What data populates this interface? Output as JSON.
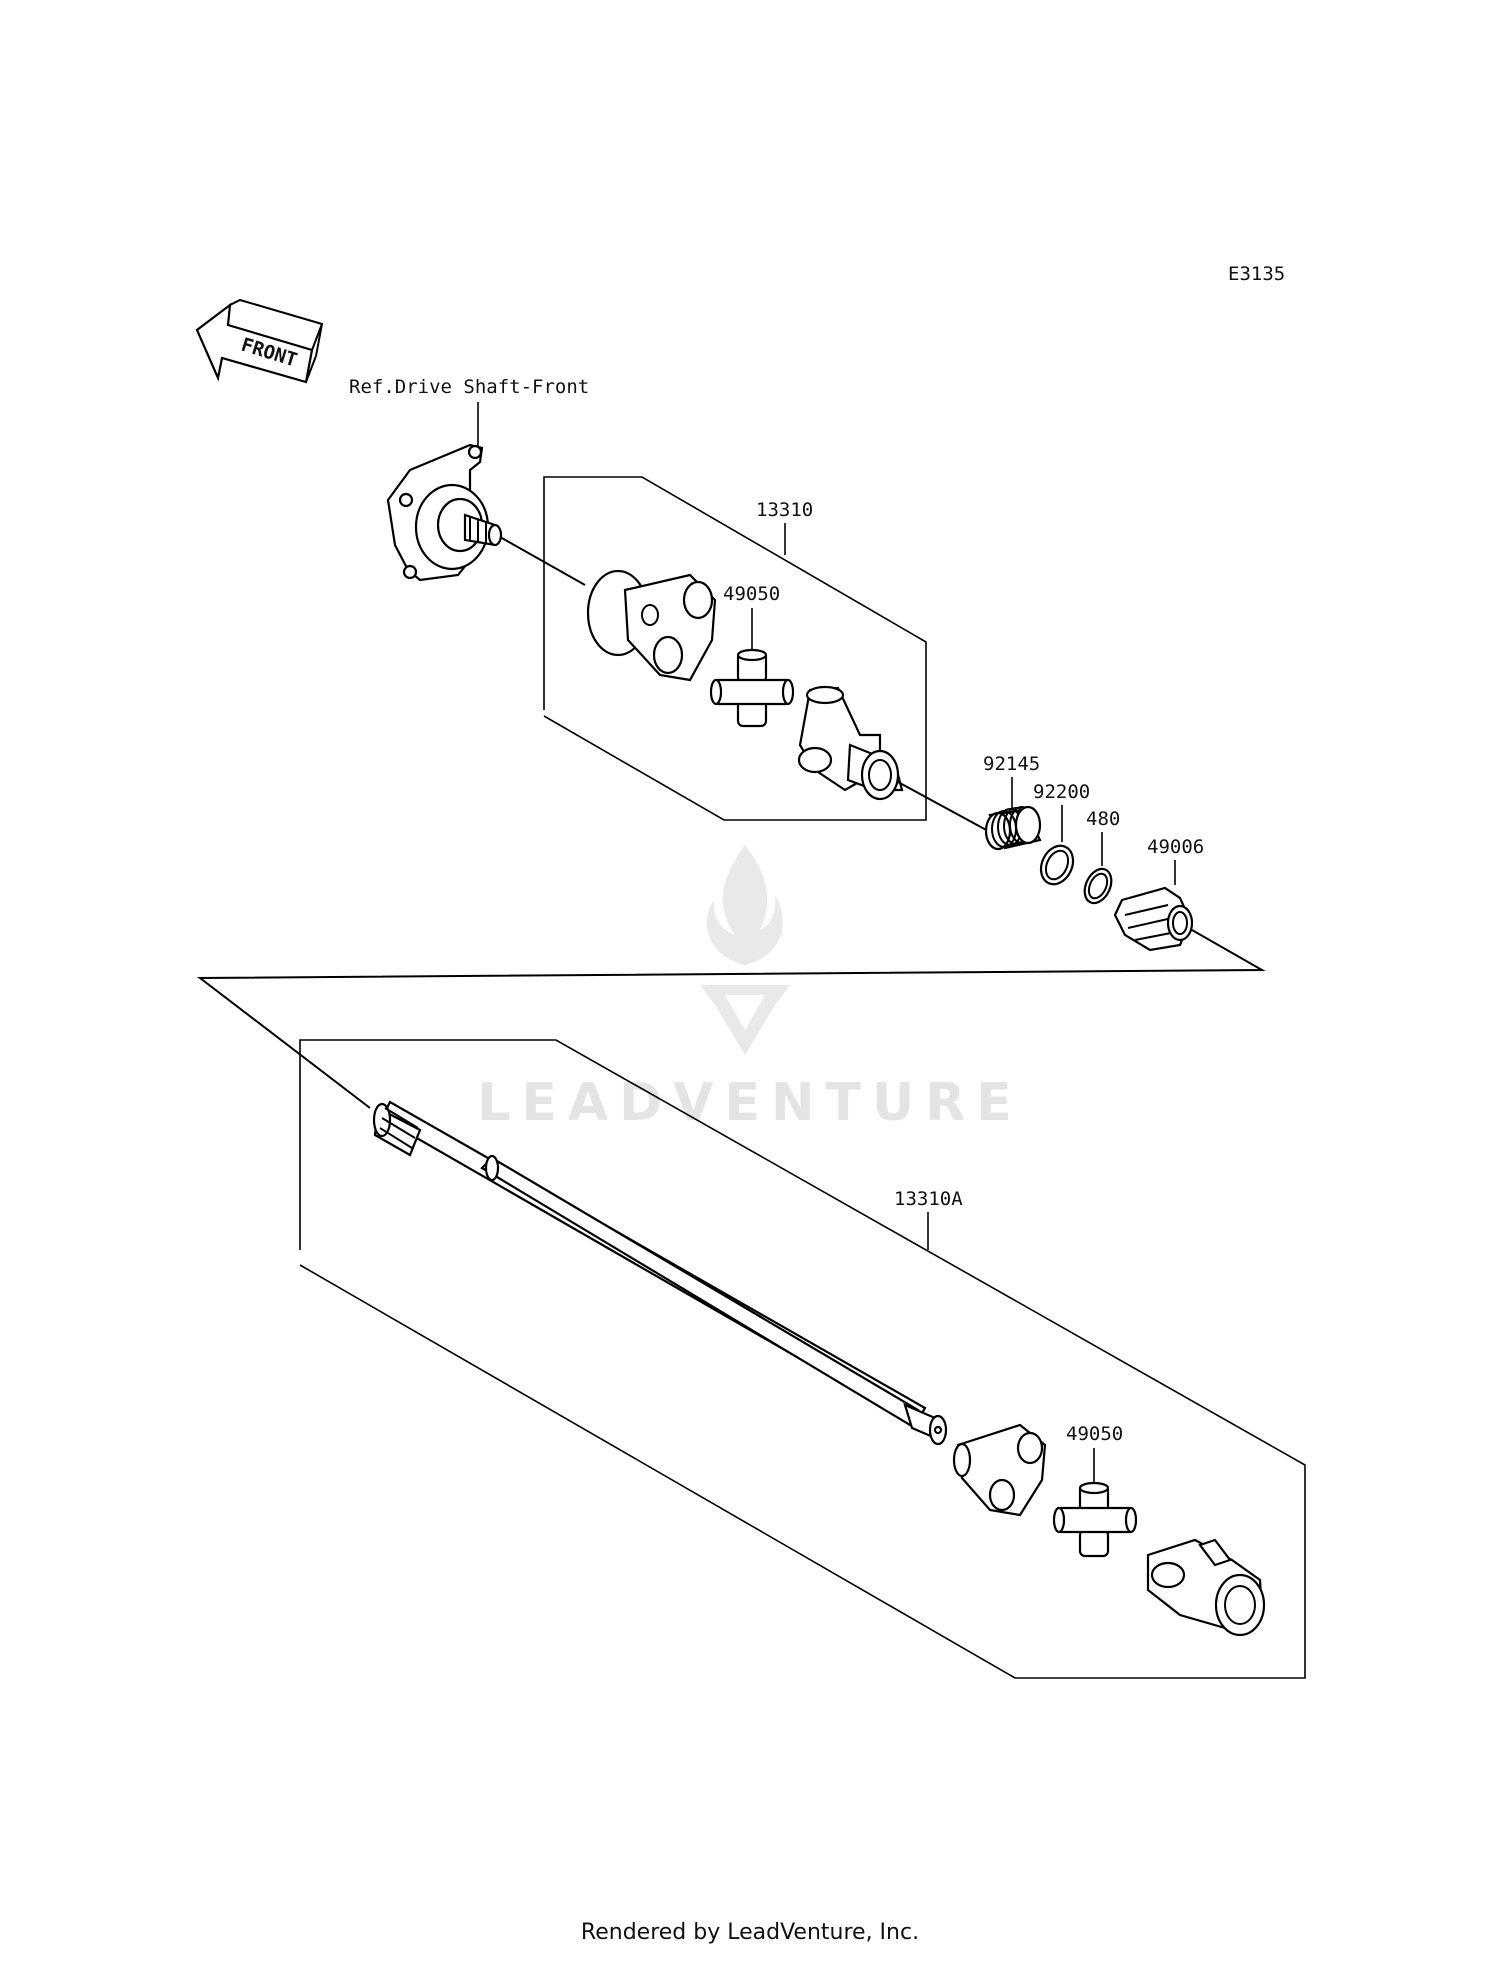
{
  "diagram_code": "E3135",
  "front_label": "FRONT",
  "reference_label": "Ref.Drive Shaft-Front",
  "callouts": {
    "assembly_upper": "13310",
    "joint_upper": "49050",
    "spring": "92145",
    "washer": "92200",
    "circlip": "480",
    "boot": "49006",
    "assembly_lower": "13310A",
    "joint_lower": "49050"
  },
  "watermark": "LEADVENTURE",
  "footer": "Rendered by LeadVenture, Inc."
}
